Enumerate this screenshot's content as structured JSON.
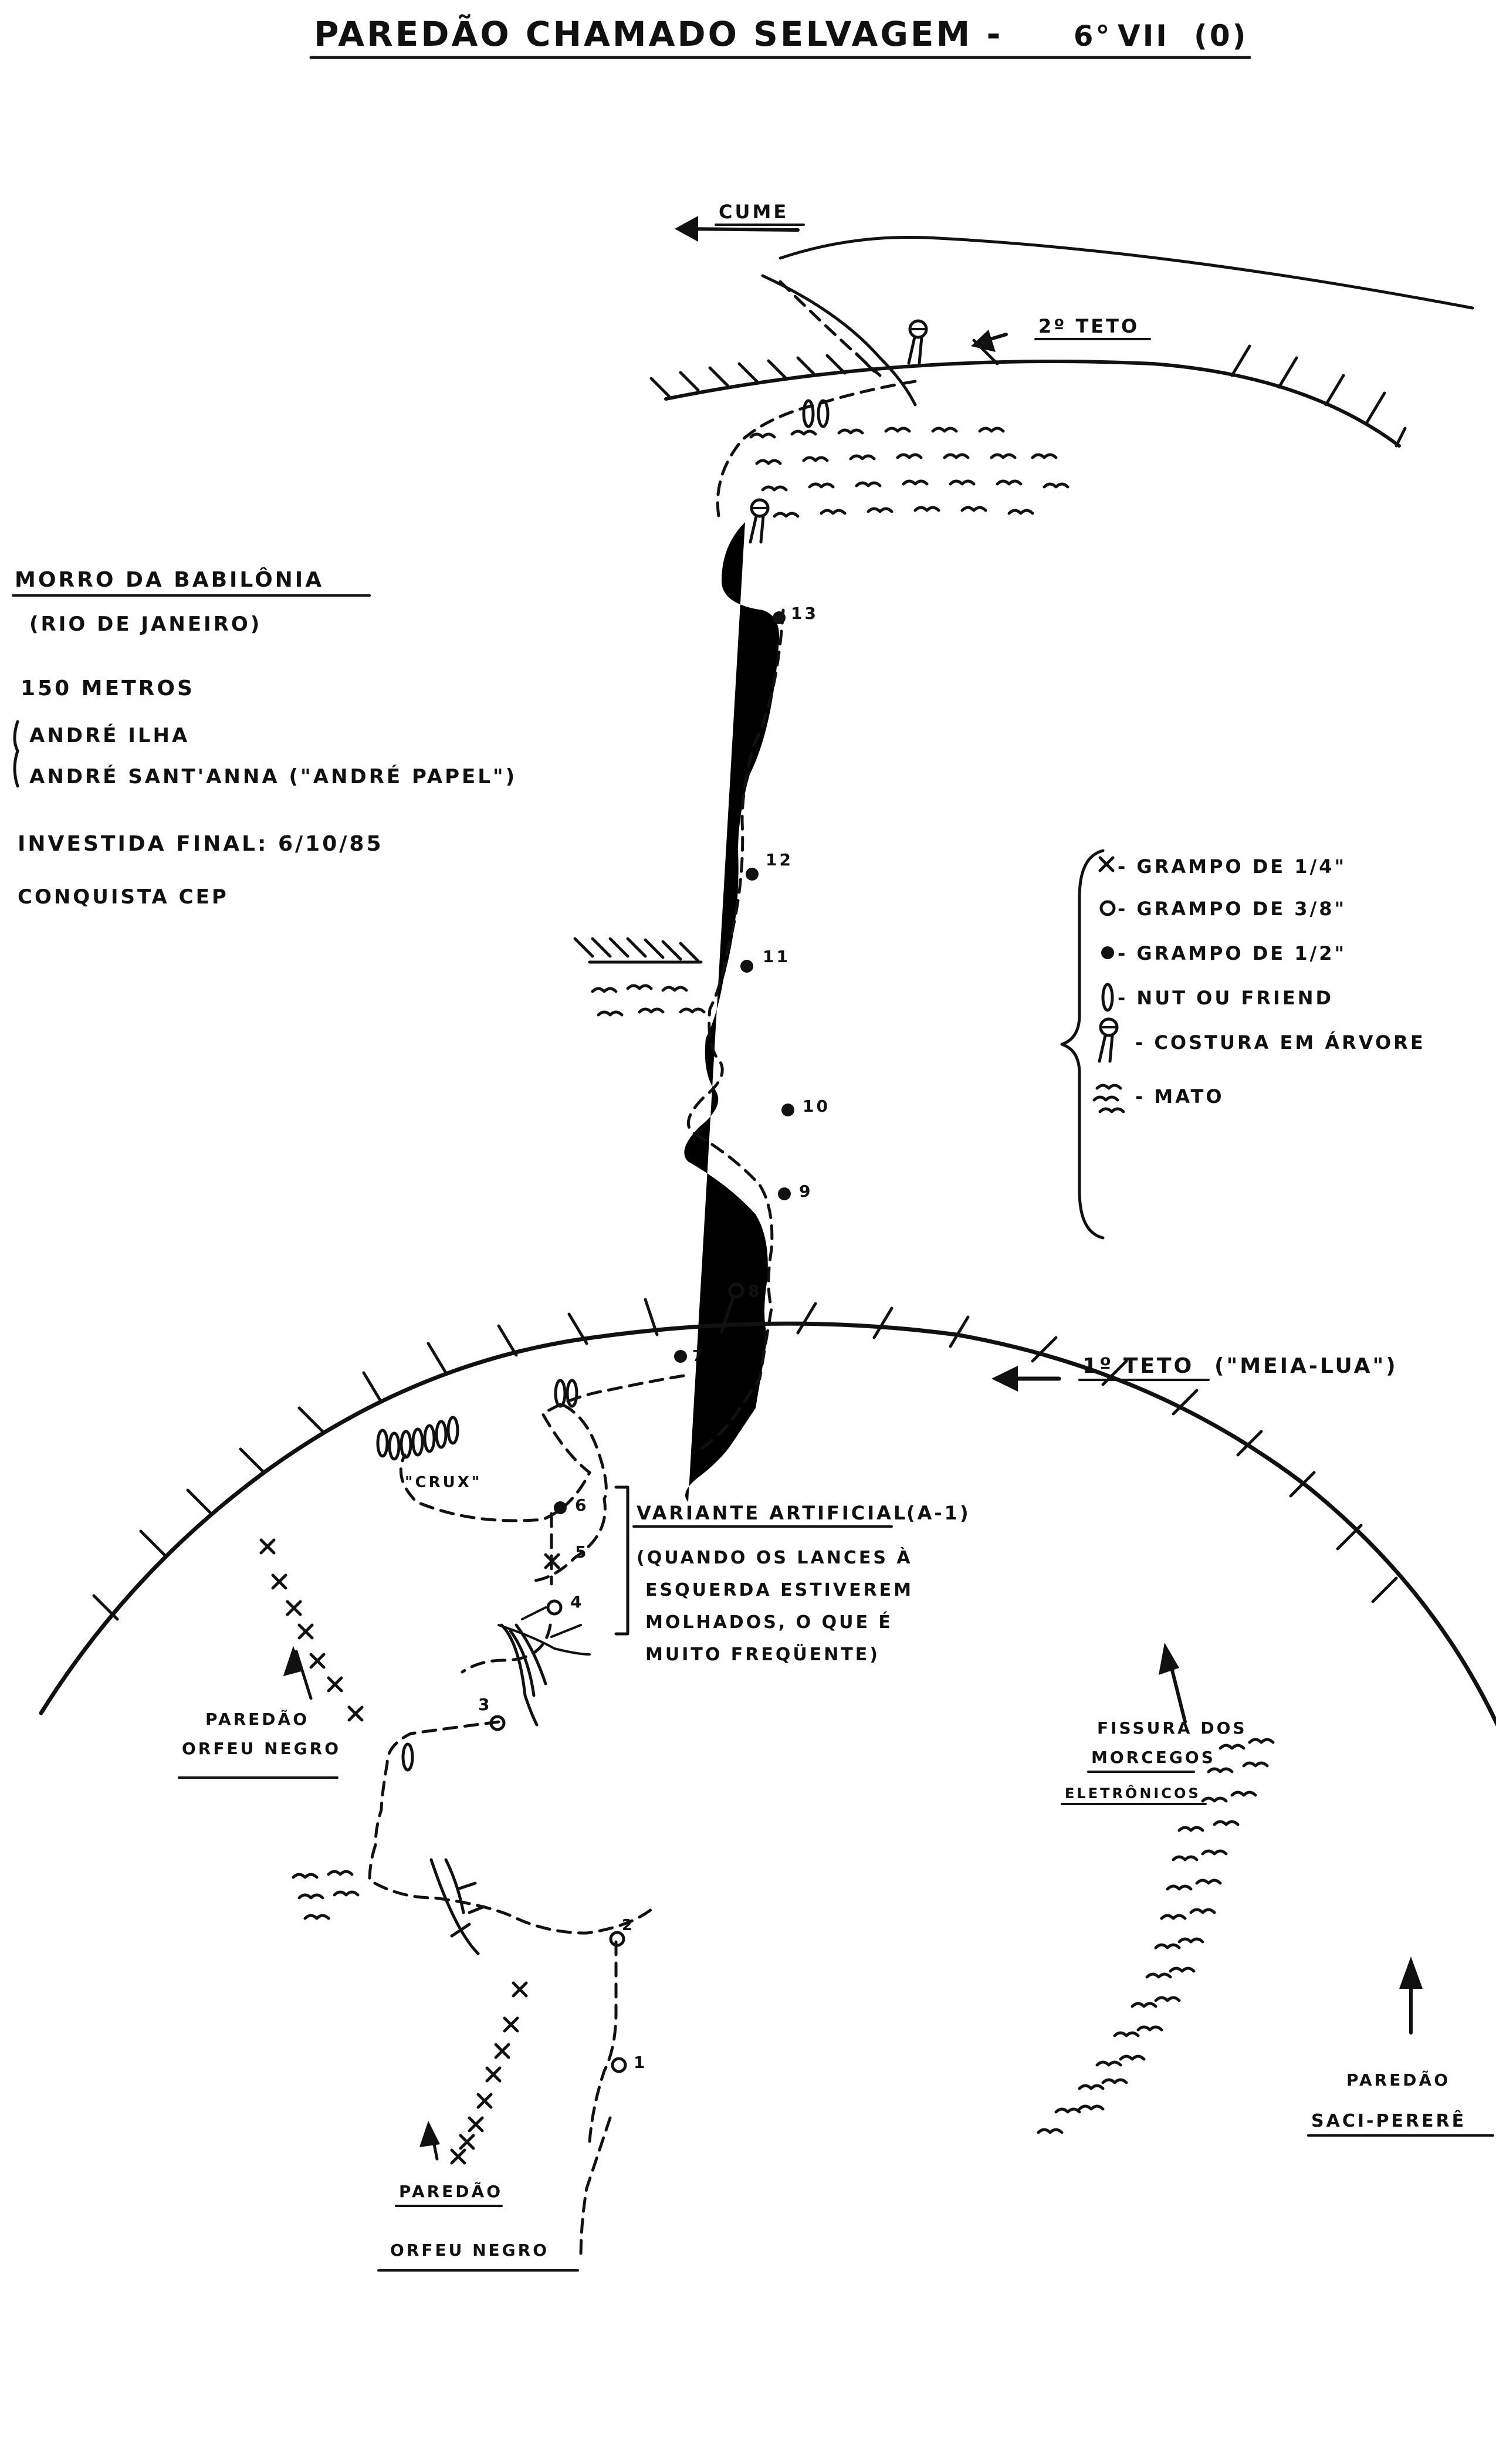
{
  "title": {
    "main": "PAREDÃO CHAMADO SELVAGEM -",
    "grade_prefix": "6°",
    "grade_roman": "VII",
    "grade_suffix": "(0)"
  },
  "info": {
    "location": "MORRO DA BABILÔNIA",
    "city": "(RIO DE JANEIRO)",
    "length": "150 METROS",
    "climber_1": "ANDRÉ ILHA",
    "climber_2": "ANDRÉ SANT'ANNA (\"ANDRÉ PAPEL\")",
    "final_push": "INVESTIDA FINAL: 6/10/85",
    "club": "CONQUISTA CEP"
  },
  "legend": [
    {
      "symbol": "x",
      "icon": "cross",
      "label": "- GRAMPO DE 1/4\""
    },
    {
      "symbol": "o",
      "icon": "open-circle",
      "label": "- GRAMPO DE 3/8\""
    },
    {
      "symbol": "●",
      "icon": "filled-dot",
      "label": "- GRAMPO DE 1/2\""
    },
    {
      "symbol": "nut",
      "icon": "nut-friend",
      "label": "- NUT OU FRIEND"
    },
    {
      "symbol": "tree",
      "icon": "tree-sling",
      "label": "- COSTURA EM ÁRVORE"
    },
    {
      "symbol": "mato",
      "icon": "vegetation",
      "label": "- MATO"
    }
  ],
  "labels": {
    "summit": "CUME",
    "roof_2": "2º TETO",
    "roof_1": "1º TETO",
    "roof_1_name": "(\"MEIA-LUA\")",
    "crux": "\"CRUX\"",
    "variant_title": "VARIANTE ARTIFICIAL",
    "variant_grade": "(A-1)",
    "variant_note_1": "(QUANDO OS LANCES À",
    "variant_note_2": "ESQUERDA ESTIVEREM",
    "variant_note_3": "MOLHADOS, O QUE É",
    "variant_note_4": "MUITO FREQÜENTE)",
    "orfeu_upper_1": "PAREDÃO",
    "orfeu_upper_2": "ORFEU NEGRO",
    "fissura_1": "FISSURA DOS",
    "fissura_2": "MORCEGOS",
    "fissura_3": "ELETRÔNICOS",
    "orfeu_lower_1": "PAREDÃO",
    "orfeu_lower_2": "ORFEU NEGRO",
    "saci_1": "PAREDÃO",
    "saci_2": "SACI-PERERÊ"
  },
  "bolts": [
    {
      "n": "1",
      "type": "o"
    },
    {
      "n": "2",
      "type": "o"
    },
    {
      "n": "3",
      "type": "o"
    },
    {
      "n": "4",
      "type": "o"
    },
    {
      "n": "5",
      "type": "x"
    },
    {
      "n": "6",
      "type": "●"
    },
    {
      "n": "7",
      "type": "●"
    },
    {
      "n": "8",
      "type": "o"
    },
    {
      "n": "9",
      "type": "●"
    },
    {
      "n": "10",
      "type": "●"
    },
    {
      "n": "11",
      "type": "●"
    },
    {
      "n": "12",
      "type": "●"
    },
    {
      "n": "13",
      "type": "●"
    }
  ]
}
